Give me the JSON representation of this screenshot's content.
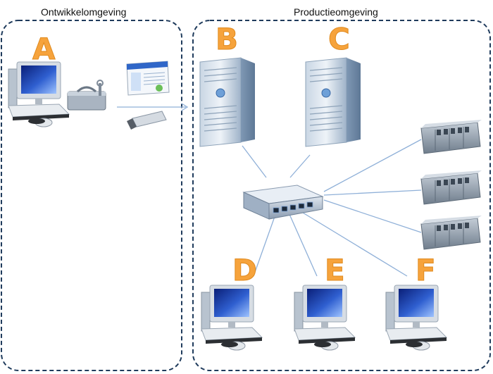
{
  "environments": {
    "development": {
      "title": "Ontwikkelomgeving"
    },
    "production": {
      "title": "Productieomgeving"
    }
  },
  "nodes": {
    "a": {
      "letter": "A",
      "kind": "workstation"
    },
    "b": {
      "letter": "B",
      "kind": "server"
    },
    "c": {
      "letter": "C",
      "kind": "server"
    },
    "d": {
      "letter": "D",
      "kind": "workstation"
    },
    "e": {
      "letter": "E",
      "kind": "workstation"
    },
    "f": {
      "letter": "F",
      "kind": "workstation"
    }
  },
  "icons": [
    "workstation-icon",
    "toolbox-icon",
    "software-window-icon",
    "usb-stick-icon",
    "server-icon",
    "network-switch-icon",
    "plc-rack-icon"
  ],
  "colors": {
    "letter": "#f6a33c",
    "frame": "#1f3b5c",
    "connector": "#8fb0d8",
    "screen": "#1a3fa0"
  }
}
